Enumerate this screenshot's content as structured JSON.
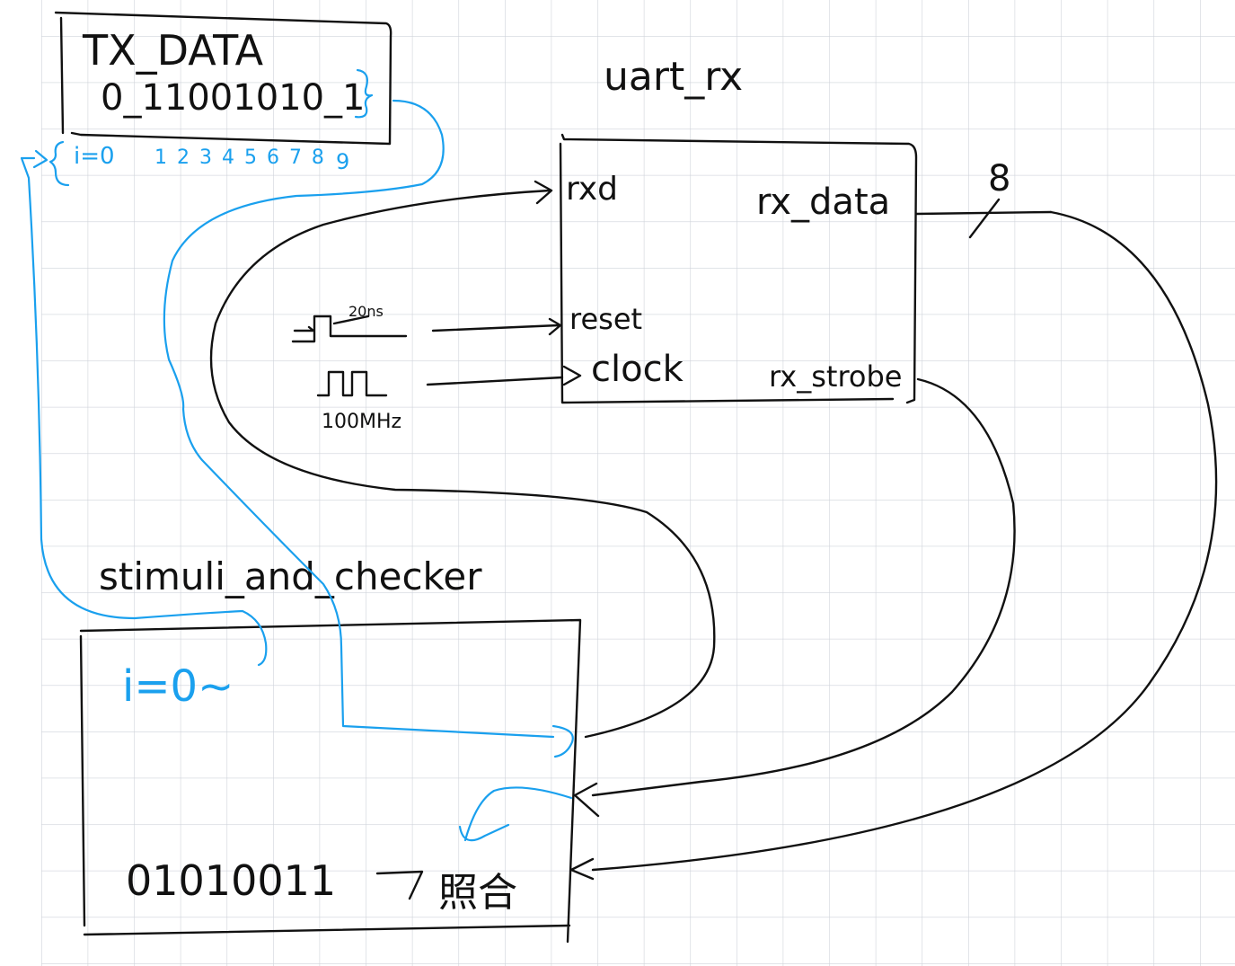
{
  "tx_data": {
    "title": "TX_DATA",
    "bits": "0_11001010_1",
    "index_start": "i=0",
    "indices": "1 2 3 4 5 6 7 8",
    "index_last": "9"
  },
  "uart_rx": {
    "title": "uart_rx",
    "ports": {
      "rxd": "rxd",
      "rx_data": "rx_data",
      "reset": "reset",
      "clock": "clock",
      "rx_strobe": "rx_strobe"
    },
    "bus_width": "8"
  },
  "reset_pulse": {
    "label": "20ns"
  },
  "clock_source": {
    "label": "100MHz"
  },
  "stimuli": {
    "title": "stimuli_and_checker",
    "index": "i=0~",
    "received": "01010011",
    "compare": "照合"
  },
  "colors": {
    "ink": "#111111",
    "annotation": "#1aa0ee",
    "grid": "#cfd3da"
  }
}
